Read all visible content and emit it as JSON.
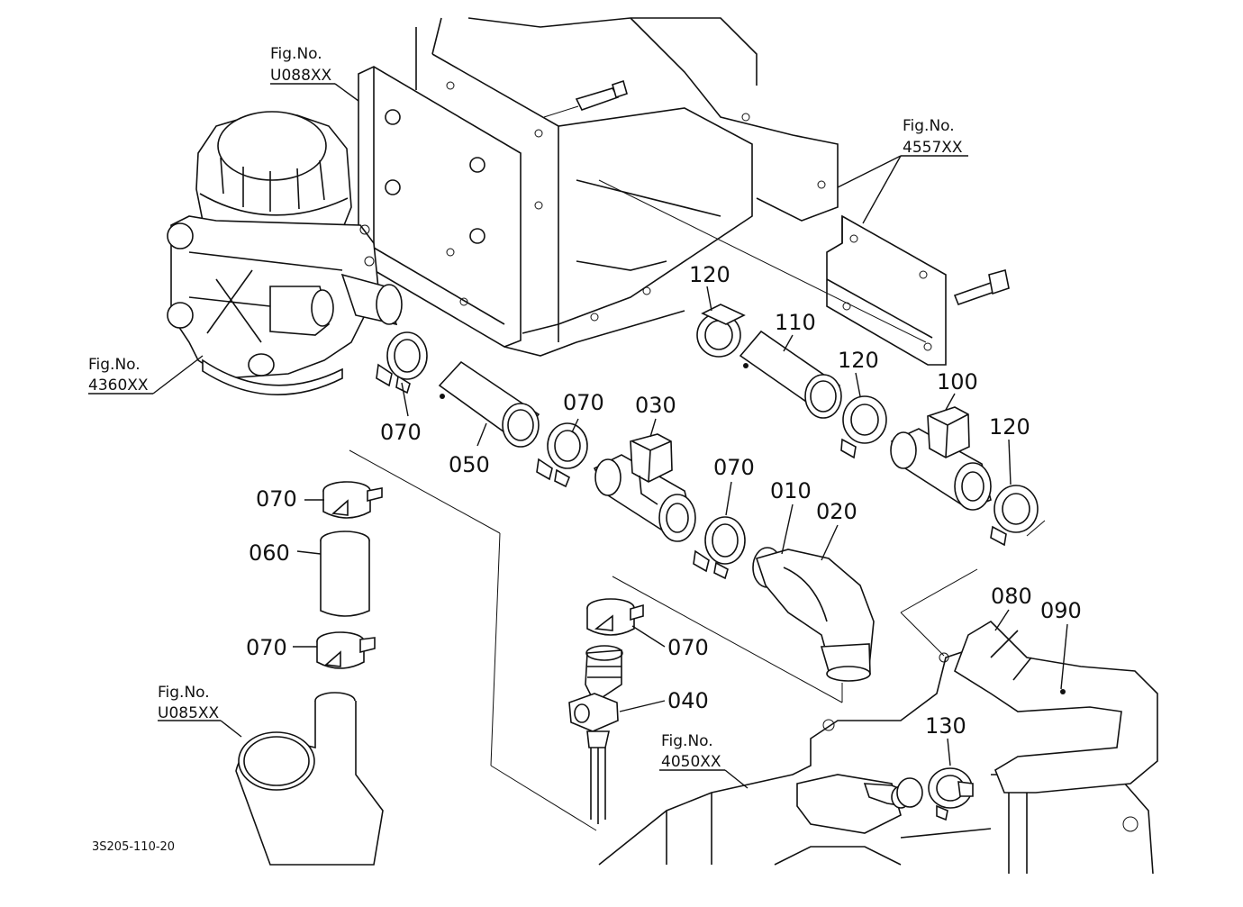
{
  "diagram": {
    "part_labels": [
      {
        "id": "p010",
        "text": "010"
      },
      {
        "id": "p020",
        "text": "020"
      },
      {
        "id": "p030",
        "text": "030"
      },
      {
        "id": "p040",
        "text": "040"
      },
      {
        "id": "p050",
        "text": "050"
      },
      {
        "id": "p060",
        "text": "060"
      },
      {
        "id": "p070a",
        "text": "070"
      },
      {
        "id": "p070b",
        "text": "070"
      },
      {
        "id": "p070c",
        "text": "070"
      },
      {
        "id": "p070d",
        "text": "070"
      },
      {
        "id": "p070e",
        "text": "070"
      },
      {
        "id": "p070f",
        "text": "070"
      },
      {
        "id": "p080",
        "text": "080"
      },
      {
        "id": "p090",
        "text": "090"
      },
      {
        "id": "p100",
        "text": "100"
      },
      {
        "id": "p110",
        "text": "110"
      },
      {
        "id": "p120a",
        "text": "120"
      },
      {
        "id": "p120b",
        "text": "120"
      },
      {
        "id": "p120c",
        "text": "120"
      },
      {
        "id": "p130",
        "text": "130"
      }
    ],
    "figure_refs": [
      {
        "id": "u088",
        "label": "Fig.No.",
        "code": "U088XX"
      },
      {
        "id": "r4557",
        "label": "Fig.No.",
        "code": "4557XX"
      },
      {
        "id": "r4360",
        "label": "Fig.No.",
        "code": "4360XX"
      },
      {
        "id": "u085",
        "label": "Fig.No.",
        "code": "U085XX"
      },
      {
        "id": "r4050",
        "label": "Fig.No.",
        "code": "4050XX"
      }
    ],
    "drawing_code": "3S205-110-20"
  }
}
